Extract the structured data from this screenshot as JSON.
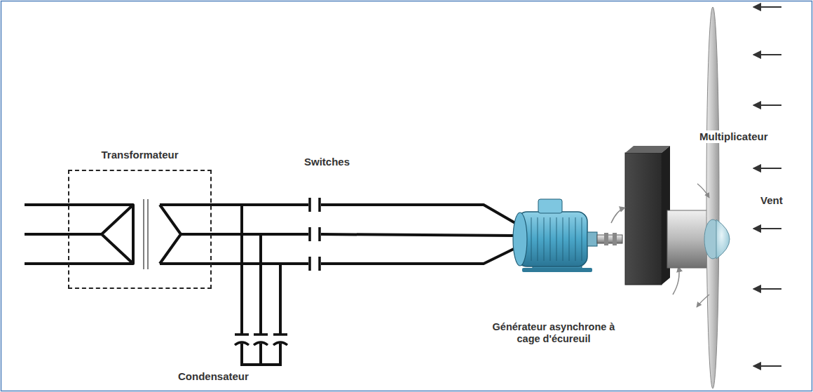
{
  "diagram": {
    "nodes": [
      {
        "text": [
          "Transformateur"
        ]
      }
    ],
    "labels": [
      "Switches",
      "Multiplicateur",
      "Vent",
      "Générateur asynchrone à cage d'écureuil",
      "Condensateur"
    ]
  }
}
